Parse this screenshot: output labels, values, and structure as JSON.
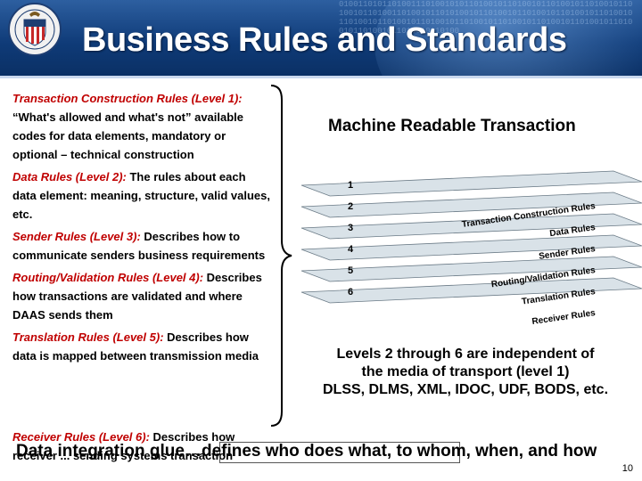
{
  "header": {
    "title": "Business Rules and Standards",
    "digits": "0100110101101001110100101011010010110100101101001011010010110100101101001101001011010100101101001011010010110100101101001011010010110100101101001011010010110100101101001011010010110100101101001011010010110100"
  },
  "left_rules": [
    {
      "level": "Transaction Construction Rules (Level 1):",
      "desc": " “What's allowed and what's not” available codes for data elements, mandatory or optional – technical construction"
    },
    {
      "level": "Data Rules (Level 2):",
      "desc": "  The rules about each data element: meaning, structure, valid values, etc."
    },
    {
      "level": "Sender Rules (Level 3):",
      "desc": "  Describes how to communicate senders business requirements"
    },
    {
      "level": "Routing/Validation Rules (Level 4):",
      "desc": " Describes how transactions are validated and where DAAS sends them"
    },
    {
      "level": "Translation Rules (Level 5):",
      "desc": "  Describes how data is mapped between transmission media"
    }
  ],
  "receiver_rule": {
    "level": "Receiver Rules (Level 6):",
    "desc": "  Describes how receiver ... sending systems transaction"
  },
  "right": {
    "heading": "Machine Readable Transaction",
    "layers": [
      {
        "num": "1",
        "label": "Transaction Construction Rules"
      },
      {
        "num": "2",
        "label": "Data Rules"
      },
      {
        "num": "3",
        "label": "Sender Rules"
      },
      {
        "num": "4",
        "label": "Routing/Validation Rules"
      },
      {
        "num": "5",
        "label": "Translation Rules"
      },
      {
        "num": "6",
        "label": "Receiver Rules"
      }
    ],
    "independence_line1": "Levels 2 through 6 are independent of",
    "independence_line2": "the media of transport (level 1)",
    "independence_line3": "DLSS, DLMS, XML, IDOC, UDF, BODS, etc."
  },
  "footer": {
    "glue": "Data integration glue…defines who does what, to whom, when, and how",
    "page_number": "10"
  },
  "colors": {
    "banner": "#0f3b78",
    "level_label": "#c00000",
    "layer_fill": "#d9e2e8"
  }
}
